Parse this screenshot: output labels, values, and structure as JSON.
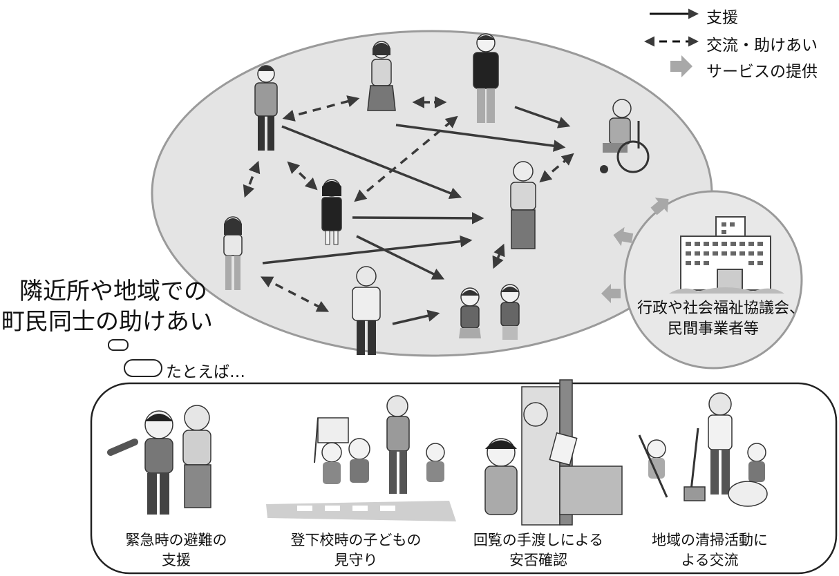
{
  "legend": {
    "support": "支援",
    "exchange": "交流・助けあい",
    "service": "サービスの提供"
  },
  "community": {
    "caption_line1": "隣近所や地域での",
    "caption_line2": "町民同士の助けあい"
  },
  "government": {
    "line1": "行政や社会福祉協議会、",
    "line2": "民間事業者等"
  },
  "examples_intro": "たとえば…",
  "examples": [
    {
      "line1": "緊急時の避難の",
      "line2": "支援"
    },
    {
      "line1": "登下校時の子どもの",
      "line2": "見守り"
    },
    {
      "line1": "回覧の手渡しによる",
      "line2": "安否確認"
    },
    {
      "line1": "地域の清掃活動に",
      "line2": "よる交流"
    }
  ],
  "colors": {
    "ellipse_fill": "#e4e4e4",
    "ellipse_stroke": "#9a9a9a",
    "arrow": "#3a3a3a",
    "service_arrow": "#a8a8a8"
  },
  "icons": {
    "persons": "person-figure",
    "wheelchair": "wheelchair-icon",
    "building": "office-building-icon"
  }
}
